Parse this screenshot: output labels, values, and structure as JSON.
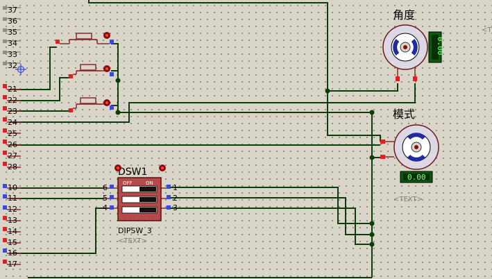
{
  "left_pins": {
    "upper": [
      "37",
      "36",
      "35",
      "34",
      "33",
      "32"
    ],
    "middle": [
      "21",
      "22",
      "23",
      "24",
      "25",
      "26",
      "27",
      "28"
    ],
    "lower": [
      "10",
      "11",
      "12",
      "13",
      "14",
      "15",
      "16",
      "17"
    ]
  },
  "angle_encoder": {
    "title": "角度",
    "display": "0.00"
  },
  "mode_encoder": {
    "title": "模式",
    "display": "0.00",
    "text_placeholder": "<TEXT>"
  },
  "dipswitch": {
    "refdes": "DSW1",
    "part": "DIPSW_3",
    "text_placeholder": "<TEXT>",
    "off_label": "OFF",
    "on_label": "ON",
    "left_pins": [
      "6",
      "5",
      "4"
    ],
    "right_pins": [
      "1",
      "2",
      "3"
    ]
  },
  "edge_text": "<T"
}
